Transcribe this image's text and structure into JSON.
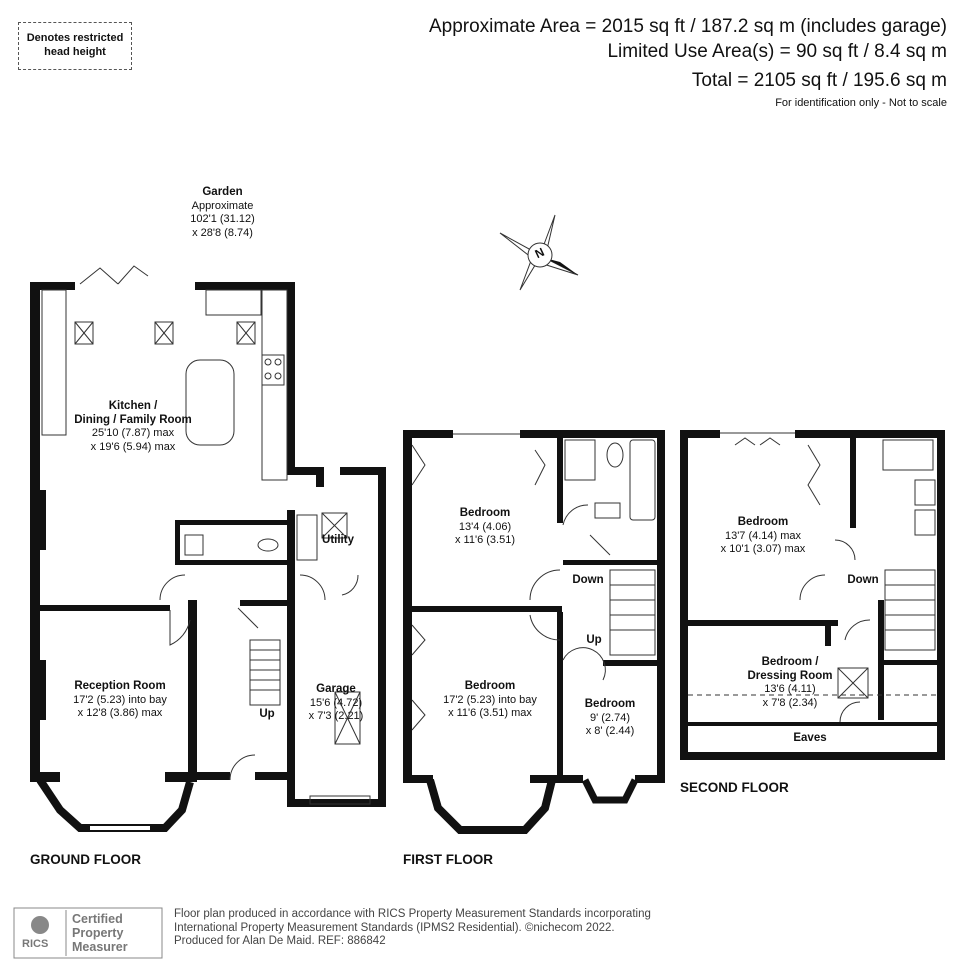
{
  "legend": {
    "line1": "Denotes restricted",
    "line2": "head height"
  },
  "areas": {
    "line1": "Approximate Area = 2015 sq ft / 187.2 sq m (includes garage)",
    "line2": "Limited Use Area(s) = 90 sq ft / 8.4 sq m",
    "line3": "Total = 2105 sq ft / 195.6 sq m",
    "note": "For identification only - Not to scale"
  },
  "compass": {
    "letter": "N"
  },
  "garden": {
    "name": "Garden",
    "l2": "Approximate",
    "l3": "102'1 (31.12)",
    "l4": "x 28'8 (8.74)"
  },
  "ground_floor": {
    "title": "GROUND FLOOR",
    "kitchen": {
      "name1": "Kitchen /",
      "name2": "Dining / Family Room",
      "dim1": "25'10 (7.87) max",
      "dim2": "x 19'6 (5.94) max"
    },
    "utility": {
      "name": "Utility"
    },
    "reception": {
      "name": "Reception Room",
      "dim1": "17'2 (5.23) into bay",
      "dim2": "x 12'8 (3.86) max"
    },
    "garage": {
      "name": "Garage",
      "dim1": "15'6 (4.72)",
      "dim2": "x 7'3 (2.21)"
    },
    "stairs": "Up"
  },
  "first_floor": {
    "title": "FIRST FLOOR",
    "bed1": {
      "name": "Bedroom",
      "dim1": "13'4 (4.06)",
      "dim2": "x 11'6 (3.51)"
    },
    "bed2": {
      "name": "Bedroom",
      "dim1": "17'2 (5.23) into bay",
      "dim2": "x 11'6 (3.51) max"
    },
    "bed3": {
      "name": "Bedroom",
      "dim1": "9' (2.74)",
      "dim2": "x 8' (2.44)"
    },
    "down": "Down",
    "up": "Up"
  },
  "second_floor": {
    "title": "SECOND FLOOR",
    "bed": {
      "name": "Bedroom",
      "dim1": "13'7 (4.14) max",
      "dim2": "x 10'1 (3.07) max"
    },
    "dressing": {
      "name1": "Bedroom /",
      "name2": "Dressing Room",
      "dim1": "13'6 (4.11)",
      "dim2": "x 7'8 (2.34)"
    },
    "eaves": "Eaves",
    "down": "Down"
  },
  "badge": {
    "rics": "RICS",
    "line1": "Certified",
    "line2": "Property",
    "line3": "Measurer"
  },
  "footer": {
    "line1": "Floor plan produced in accordance with RICS Property Measurement Standards incorporating",
    "line2": "International Property Measurement Standards (IPMS2 Residential).  ©nichecom 2022.",
    "line3": "Produced for Alan De Maid.   REF: 886842"
  }
}
